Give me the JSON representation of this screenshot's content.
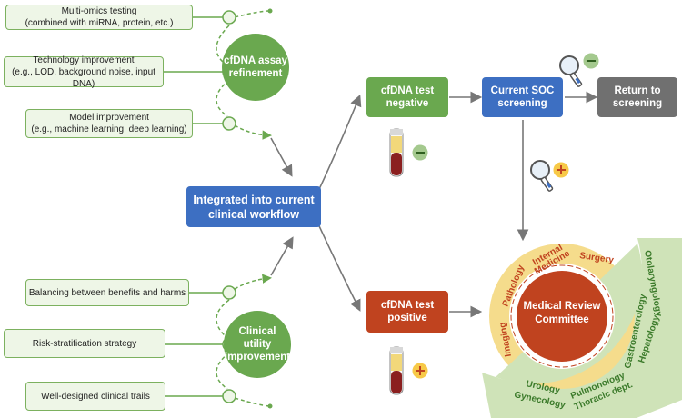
{
  "assay": {
    "items": [
      {
        "line1": "Multi-omics testing",
        "line2": "(combined with miRNA, protein, etc.)"
      },
      {
        "line1": "Technology improvement",
        "line2": "(e.g., LOD, background noise, input DNA)"
      },
      {
        "line1": "Model improvement",
        "line2": "(e.g., machine learning, deep learning)"
      }
    ],
    "circle_line1": "cfDNA assay",
    "circle_line2": "refinement"
  },
  "utility": {
    "items": [
      "Balancing between benefits and harms",
      "Risk-stratification strategy",
      "Well-designed clinical trails"
    ],
    "circle_line1": "Clinical utility",
    "circle_line2": "improvement"
  },
  "center": {
    "line1": "Integrated into current",
    "line2": "clinical workflow"
  },
  "negative": {
    "line1": "cfDNA test",
    "line2": "negative"
  },
  "positive": {
    "line1": "cfDNA test",
    "line2": "positive"
  },
  "soc": {
    "line1": "Current SOC",
    "line2": "screening"
  },
  "return": {
    "line1": "Return to",
    "line2": "screening"
  },
  "committee": {
    "line1": "Medical Review",
    "line2": "Committee"
  },
  "departments": {
    "pathology": "Pathology",
    "internal1": "Internal",
    "internal2": "Medicine",
    "surgery": "Surgery",
    "imaging": "Imaging",
    "otolaryngology": "Otolaryngology",
    "gastro": "Gastroenterology",
    "hepatology": "Hepatology",
    "pulmonology": "Pulmonology",
    "thoracic": "Thoracic dept.",
    "urology": "Urology",
    "gynecology": "Gynecology"
  },
  "colors": {
    "green": "#6aa84f",
    "blue": "#3d6fc2",
    "red": "#c0431f",
    "gray": "#707070",
    "yellow": "#f5dc8c",
    "light_green": "#cfe3b8"
  },
  "icons": [
    "magnifier-minus-icon",
    "magnifier-plus-icon",
    "blood-tube-minus-icon",
    "blood-tube-plus-icon"
  ]
}
